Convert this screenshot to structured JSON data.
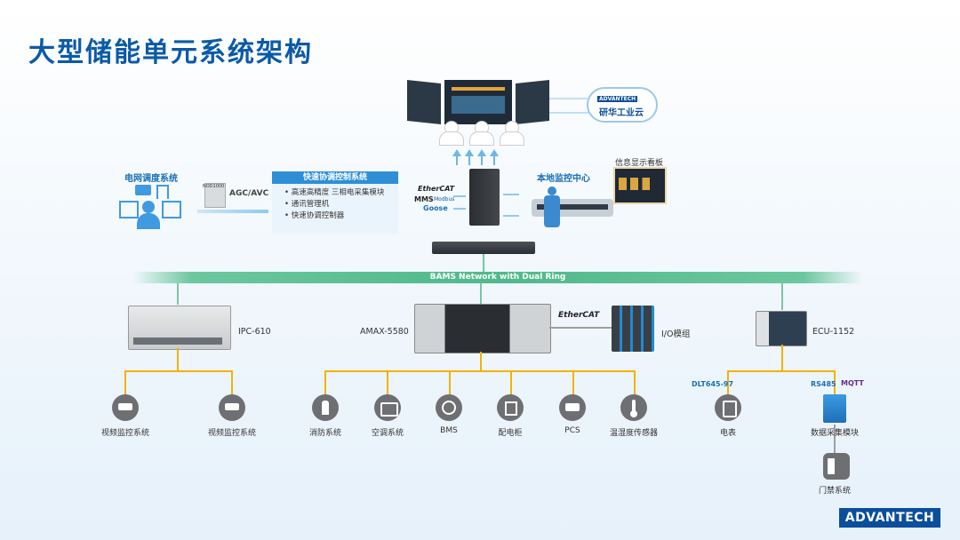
{
  "title": "大型储能单元系统架构",
  "cloud": {
    "brand": "ADVANTECH",
    "label": "研华工业云"
  },
  "grid_dispatch": "电网调度系统",
  "agc_avc": "AGC/AVC",
  "rtu_tag": "NOD1000",
  "ctrl": {
    "title": "快速协调控制系统",
    "items": [
      "• 高速高精度 三相电采集模块",
      "• 通讯管理机",
      "• 快速协调控制器"
    ]
  },
  "protocols": {
    "ethercat": "EtherCAT",
    "mms": "MMS",
    "modbus": "Modbus",
    "goose": "Goose"
  },
  "local_center": "本地监控中心",
  "info_board": "信息显示看板",
  "ring_label": "BAMS Network with Dual Ring",
  "devices": {
    "ipc": "IPC-610",
    "amax": "AMAX-5580",
    "ethercat2": "EtherCAT",
    "io": "I/O模组",
    "ecu": "ECU-1152"
  },
  "ipc_children": [
    "视频监控系统",
    "视频监控系统"
  ],
  "amax_children": [
    "消防系统",
    "空调系统",
    "BMS",
    "配电柜",
    "PCS",
    "温湿度传感器"
  ],
  "ecu_protocols": {
    "dlt": "DLT645-97",
    "rs485": "RS485",
    "mqtt": "MQTT"
  },
  "ecu_children": [
    "电表",
    "数据采集模块"
  ],
  "access": "门禁系统",
  "logo": "ADVANTECH",
  "colors": {
    "title": "#0b5aa8",
    "ring": "#4fb98a",
    "bus": "#f2b200",
    "accent": "#2f8fd6"
  }
}
